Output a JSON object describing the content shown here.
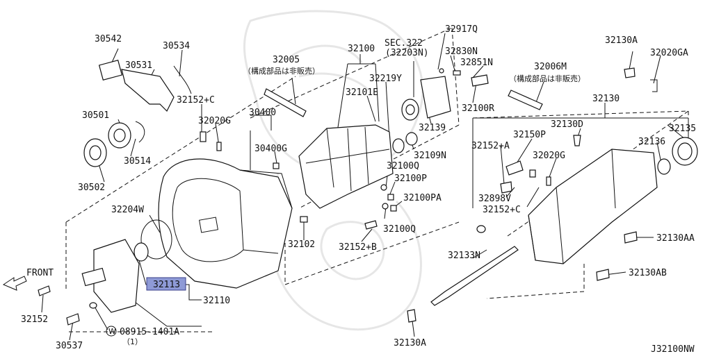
{
  "diagram_id": "J32100NW",
  "front_arrow_label": "FRONT",
  "highlight_color": "#8e9ad6",
  "line_color": "#111111",
  "parts": {
    "p30542": "30542",
    "p30534": "30534",
    "p30531": "30531",
    "p32152c_top": "32152+C",
    "p30501": "30501",
    "p32020g_left": "32020G",
    "p30514": "30514",
    "p30502": "30502",
    "p30400": "30400",
    "p30400g": "30400G",
    "p32005": "32005",
    "p32005_note": "（構成部品は非販売）",
    "p32204w": "32204W",
    "p32102": "32102",
    "p32113": "32113",
    "p32110": "32110",
    "p32152": "32152",
    "p30537": "30537",
    "p08915": "08915-1401A",
    "p08915_qty": "（1）",
    "p08915_w": "W",
    "p32100": "32100",
    "sec322": "SEC.322",
    "sec322_sub": "(32203N)",
    "p32917q": "32917Q",
    "p32830n": "32830N",
    "p32219y": "32219Y",
    "p32101e": "32101E",
    "p32851n": "32851N",
    "p32006m": "32006M",
    "p32006m_note": "（構成部品は非販売）",
    "p32139": "32139",
    "p32100r": "32100R",
    "p32109n": "32109N",
    "p32100q_top": "32100Q",
    "p32100p": "32100P",
    "p32100pa": "32100PA",
    "p32100q_bot": "32100Q",
    "p32152b": "32152+B",
    "p32130a_top": "32130A",
    "p32020ga": "32020GA",
    "p32130": "32130",
    "p32130d": "32130D",
    "p32135": "32135",
    "p32150p": "32150P",
    "p32152a": "32152+A",
    "p32136": "32136",
    "p32020g_right": "32020G",
    "p32898v": "32898V",
    "p32152c_bot": "32152+C",
    "p32130aa": "32130AA",
    "p32133n": "32133N",
    "p32130ab": "32130AB",
    "p32130a_bot": "32130A"
  }
}
